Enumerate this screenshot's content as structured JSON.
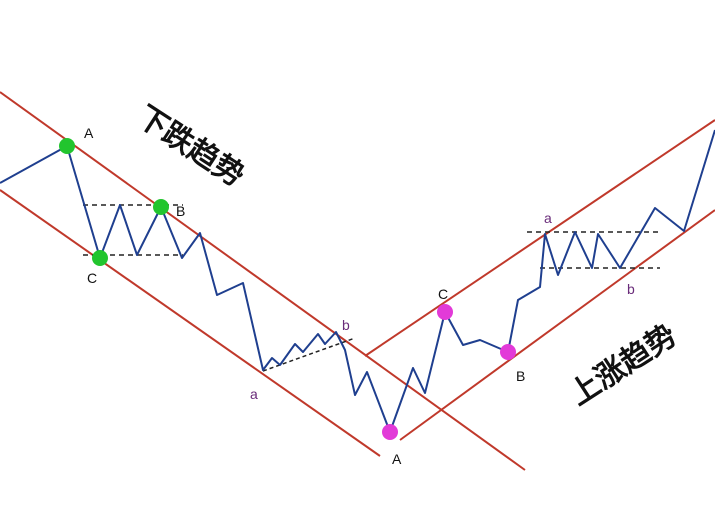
{
  "titles": {
    "downtrend": "下跌趋势",
    "uptrend": "上涨趋势"
  },
  "labels": {
    "down_A": "A",
    "down_B": "B",
    "down_C": "C",
    "down_a": "a",
    "down_b": "b",
    "up_A": "A",
    "up_B": "B",
    "up_C": "C",
    "up_a": "a",
    "up_b": "b"
  },
  "colors": {
    "channel_line": "#c0392b",
    "price_line": "#1f3f8f",
    "dashed_line": "#222222",
    "down_points": "#22c52e",
    "up_points": "#e23ad8",
    "background": "#ffffff"
  }
}
